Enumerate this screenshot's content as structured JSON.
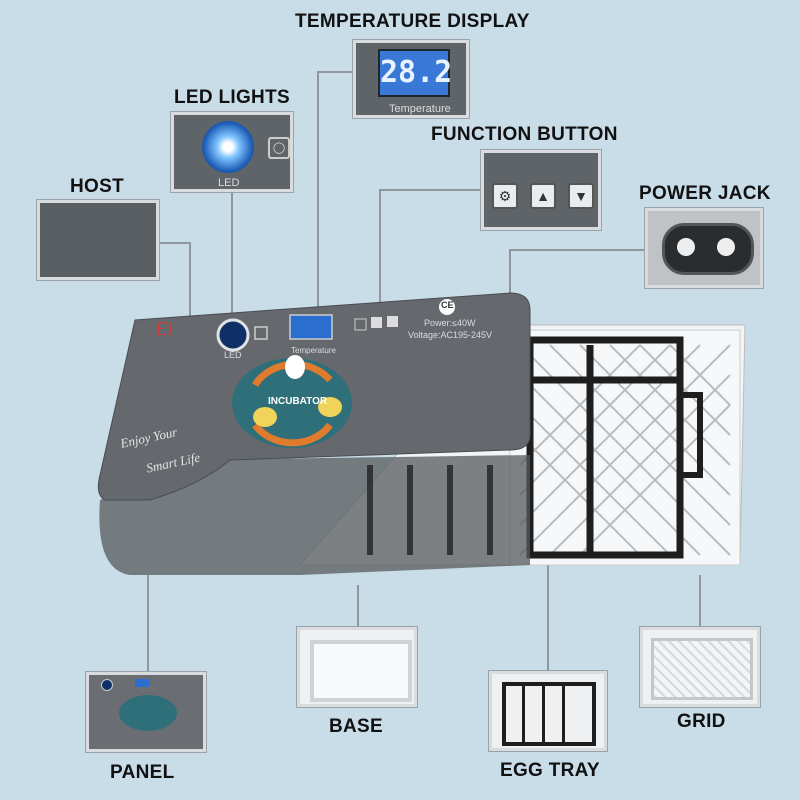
{
  "labels": {
    "temperature_display": "TEMPERATURE DISPLAY",
    "led_lights": "LED LIGHTS",
    "function_button": "FUNCTION BUTTON",
    "host": "HOST",
    "power_jack": "POWER JACK",
    "panel": "PANEL",
    "base": "BASE",
    "egg_tray": "EGG TRAY",
    "grid": "GRID"
  },
  "display": {
    "reading": "28.2",
    "caption": "Temperature"
  },
  "led": {
    "caption": "LED"
  },
  "device": {
    "led_caption": "LED",
    "temp_caption": "Temperature",
    "power": "Power:≤40W",
    "voltage": "Voltage:AC195-245V",
    "ce_mark": "CE",
    "badge_text": "INCUBATOR",
    "slogan_1": "Enjoy Your",
    "slogan_2": "Smart Life"
  },
  "icons": [
    "settings-gear-icon",
    "arrow-up-icon",
    "arrow-down-icon",
    "bulb-icon",
    "power-socket-icon"
  ],
  "colors": {
    "background": "#c9dde8",
    "host_body": "#5f6468",
    "lcd_blue": "#3a78d8",
    "badge_teal": "#2f6f7a",
    "badge_orange": "#e07a2c"
  }
}
